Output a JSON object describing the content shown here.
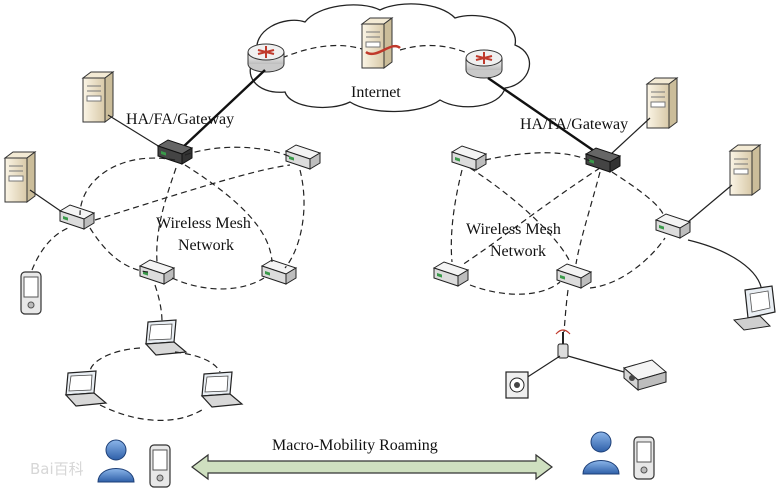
{
  "labels": {
    "internet": "Internet",
    "gateway_left": "HA/FA/Gateway",
    "gateway_right": "HA/FA/Gateway",
    "mesh_left_line1": "Wireless Mesh",
    "mesh_left_line2": "Network",
    "mesh_right_line1": "Wireless Mesh",
    "mesh_right_line2": "Network",
    "roaming": "Macro-Mobility Roaming"
  },
  "watermark": "Bai百科",
  "colors": {
    "router_red": "#c0392b",
    "server_beige": "#e8dcc4",
    "user_blue": "#4a7fc8",
    "arrow_green": "#cfe0c0",
    "mesh_router_green": "#3a9a4a"
  }
}
